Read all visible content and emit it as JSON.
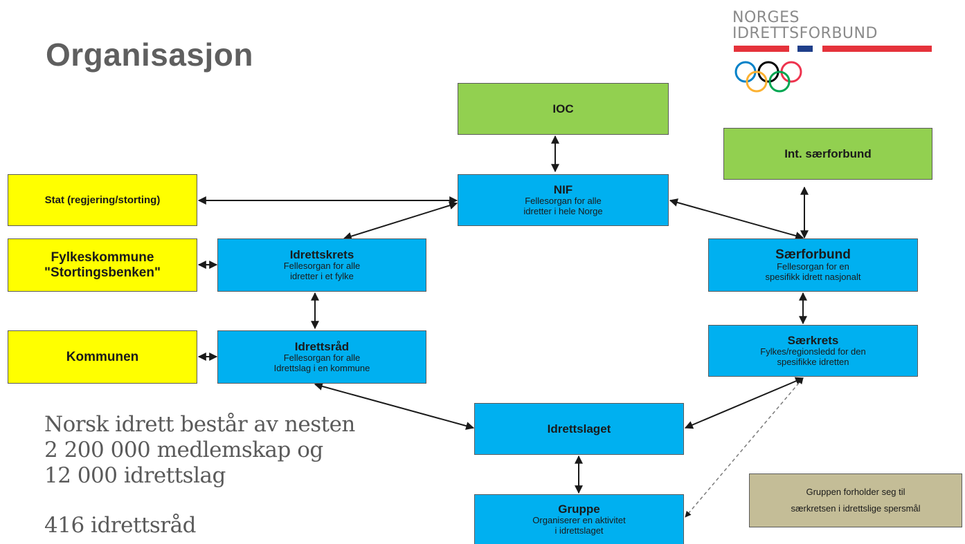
{
  "title": "Organisasjon",
  "logo": {
    "line1": "NORGES",
    "line2": "IDRETTSFORBUND"
  },
  "nodes": {
    "ioc": {
      "title": "IOC"
    },
    "int_saerforbund": {
      "title": "Int. særforbund"
    },
    "nif": {
      "title": "NIF",
      "sub1": "Fellesorgan for alle",
      "sub2": "idretter i hele Norge"
    },
    "stat": {
      "title": "Stat (regjering/storting)"
    },
    "fylkeskommune": {
      "title": "Fylkeskommune",
      "sub": "\"Stortingsbenken\""
    },
    "idrettskrets": {
      "title": "Idrettskrets",
      "sub1": "Fellesorgan for alle",
      "sub2": "idretter i et fylke"
    },
    "saerforbund": {
      "title": "Særforbund",
      "sub1": "Fellesorgan for en",
      "sub2": "spesifikk idrett nasjonalt"
    },
    "kommunen": {
      "title": "Kommunen"
    },
    "idrettsraad": {
      "title": "Idrettsråd",
      "sub1": "Fellesorgan for alle",
      "sub2": "Idrettslag i en kommune"
    },
    "saerkrets": {
      "title": "Særkrets",
      "sub1": "Fylkes/regionsledd for den",
      "sub2": "spesifikke idretten"
    },
    "idrettslaget": {
      "title": "Idrettslaget"
    },
    "gruppe": {
      "title": "Gruppe",
      "sub1": "Organiserer en aktivitet",
      "sub2": "i idrettslaget"
    },
    "note": {
      "line1": "Gruppen forholder seg til",
      "line2": "særkretsen i idrettslige spersmål"
    }
  },
  "stats": {
    "line1": "Norsk idrett består av nesten",
    "line2": "2 200 000 medlemskap og",
    "line3": "12 000 idrettslag",
    "line4": "416 idrettsråd"
  },
  "colors": {
    "green": "#92d050",
    "blue": "#00b0f0",
    "yellow": "#ffff00",
    "tan": "#c4bd97",
    "logo_red": "#e5323b",
    "logo_blue": "#1f3f8a"
  },
  "icons": [
    "olympic-rings-icon"
  ]
}
